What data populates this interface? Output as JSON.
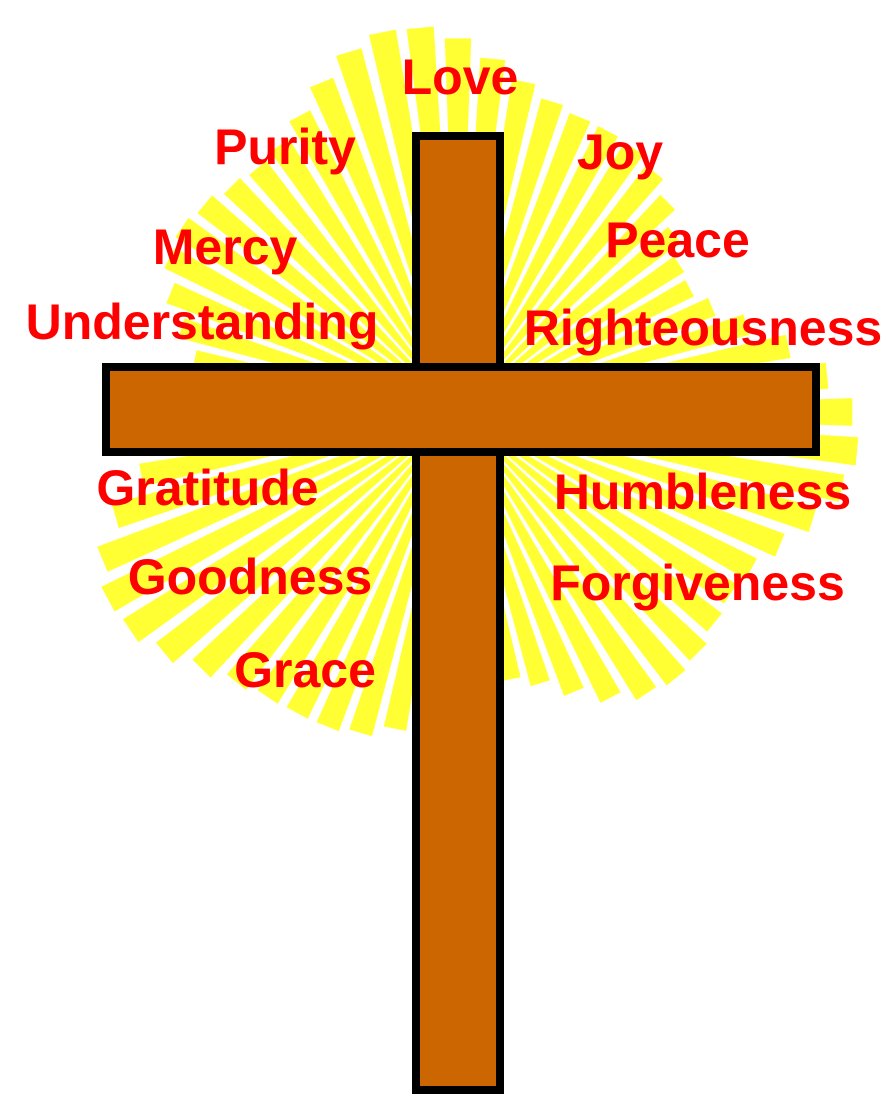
{
  "colors": {
    "background": "#ffffff",
    "rays": "#ffff33",
    "cross_fill": "#cc6600",
    "cross_outline": "#000000",
    "words": "#ff0000"
  },
  "words": {
    "love": "Love",
    "purity": "Purity",
    "joy": "Joy",
    "mercy": "Mercy",
    "peace": "Peace",
    "understanding": "Understanding",
    "righteousness": "Righteousness",
    "gratitude": "Gratitude",
    "humbleness": "Humbleness",
    "goodness": "Goodness",
    "forgiveness": "Forgiveness",
    "grace": "Grace"
  }
}
